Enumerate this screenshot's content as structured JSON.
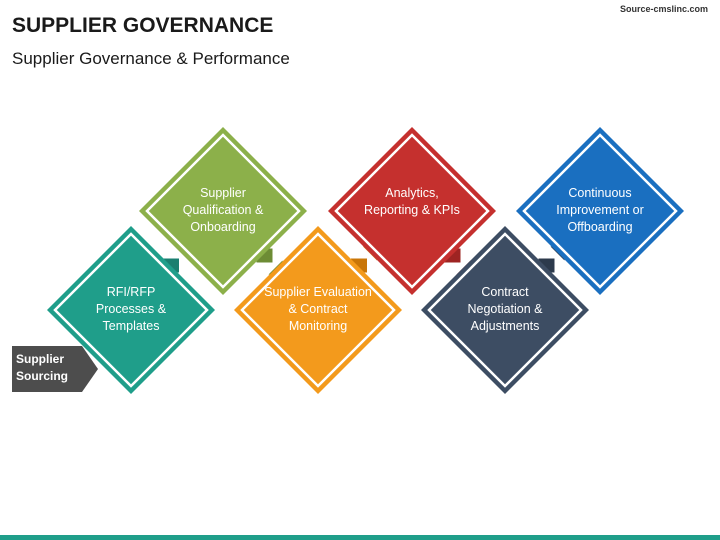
{
  "header": {
    "title": "SUPPLIER GOVERNANCE",
    "subtitle": "Supplier Governance & Performance",
    "source": "Source-cmslinc.com"
  },
  "start_tag": {
    "label": "Supplier Sourcing",
    "color": "#4d4d4d"
  },
  "steps": [
    {
      "label": "RFI/RFP Processes & Templates",
      "color": "#1f9e8a",
      "arrow_color": "#1a7f70"
    },
    {
      "label": "Supplier Qualification & Onboarding",
      "color": "#8cb04a",
      "arrow_color": "#6d8c35"
    },
    {
      "label": "Supplier Evaluation & Contract Monitoring",
      "color": "#f39a1c",
      "arrow_color": "#c97608"
    },
    {
      "label": "Analytics, Reporting & KPIs",
      "color": "#c5302e",
      "arrow_color": "#9e2422"
    },
    {
      "label": "Contract Negotiation & Adjustments",
      "color": "#3d4d63",
      "arrow_color": "#2c3a4c"
    },
    {
      "label": "Continuous Improvement or Offboarding",
      "color": "#1a6fc0",
      "arrow_color": "#155a9e"
    }
  ]
}
